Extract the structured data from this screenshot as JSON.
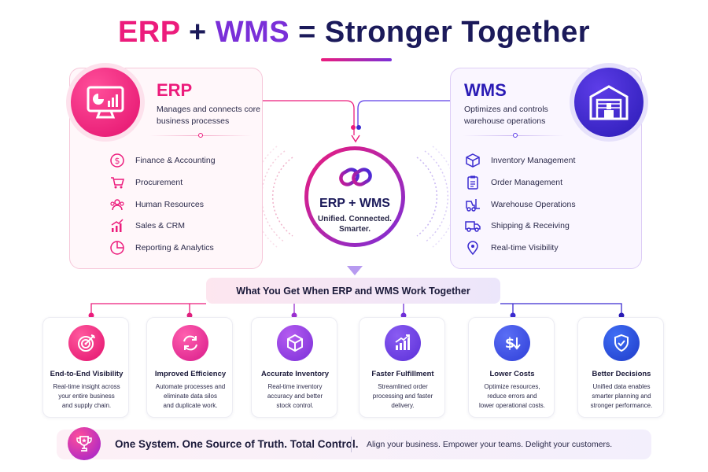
{
  "title": {
    "erp": "ERP",
    "plus": "+",
    "wms": "WMS",
    "equals": "=",
    "rest": "Stronger Together"
  },
  "erp": {
    "heading": "ERP",
    "description": "Manages and connects core business processes",
    "icon": "monitor-chart-icon",
    "features": [
      {
        "label": "Finance & Accounting",
        "icon": "dollar-icon"
      },
      {
        "label": "Procurement",
        "icon": "cart-icon"
      },
      {
        "label": "Human Resources",
        "icon": "people-icon"
      },
      {
        "label": "Sales & CRM",
        "icon": "growth-chart-icon"
      },
      {
        "label": "Reporting & Analytics",
        "icon": "pie-chart-icon"
      }
    ]
  },
  "wms": {
    "heading": "WMS",
    "description": "Optimizes and controls warehouse operations",
    "icon": "warehouse-icon",
    "features": [
      {
        "label": "Inventory Management",
        "icon": "box-icon"
      },
      {
        "label": "Order Management",
        "icon": "clipboard-icon"
      },
      {
        "label": "Warehouse Operations",
        "icon": "forklift-icon"
      },
      {
        "label": "Shipping & Receiving",
        "icon": "truck-icon"
      },
      {
        "label": "Real-time Visibility",
        "icon": "location-pin-icon"
      }
    ]
  },
  "hub": {
    "title": "ERP + WMS",
    "subtitle_line1": "Unified. Connected.",
    "subtitle_line2": "Smarter.",
    "icon": "chain-link-icon"
  },
  "benefits_banner": "What You Get When ERP and WMS Work Together",
  "benefits": [
    {
      "title": "End-to-End Visibility",
      "line1": "Real-time insight across",
      "line2": "your entire business",
      "line3": "and supply chain.",
      "icon": "target-icon"
    },
    {
      "title": "Improved Efficiency",
      "line1": "Automate processes and",
      "line2": "eliminate data silos",
      "line3": "and duplicate work.",
      "icon": "refresh-icon"
    },
    {
      "title": "Accurate Inventory",
      "line1": "Real-time inventory",
      "line2": "accuracy and better",
      "line3": "stock control.",
      "icon": "box-icon"
    },
    {
      "title": "Faster Fulfillment",
      "line1": "Streamlined order",
      "line2": "processing and faster",
      "line3": "delivery.",
      "icon": "bar-growth-icon"
    },
    {
      "title": "Lower Costs",
      "line1": "Optimize resources,",
      "line2": "reduce errors and",
      "line3": "lower operational costs.",
      "icon": "dollar-down-icon"
    },
    {
      "title": "Better Decisions",
      "line1": "Unified data enables",
      "line2": "smarter planning and",
      "line3": "stronger performance.",
      "icon": "shield-check-icon"
    }
  ],
  "footer": {
    "main": "One System. One Source of Truth. Total Control.",
    "sub": "Align your business. Empower your teams. Delight your customers.",
    "icon": "trophy-icon"
  },
  "colors": {
    "erp_pink": "#ec1c7c",
    "wms_purple": "#7a2fd8",
    "wms_indigo": "#2a1bb5",
    "navy": "#1b1a5a"
  }
}
